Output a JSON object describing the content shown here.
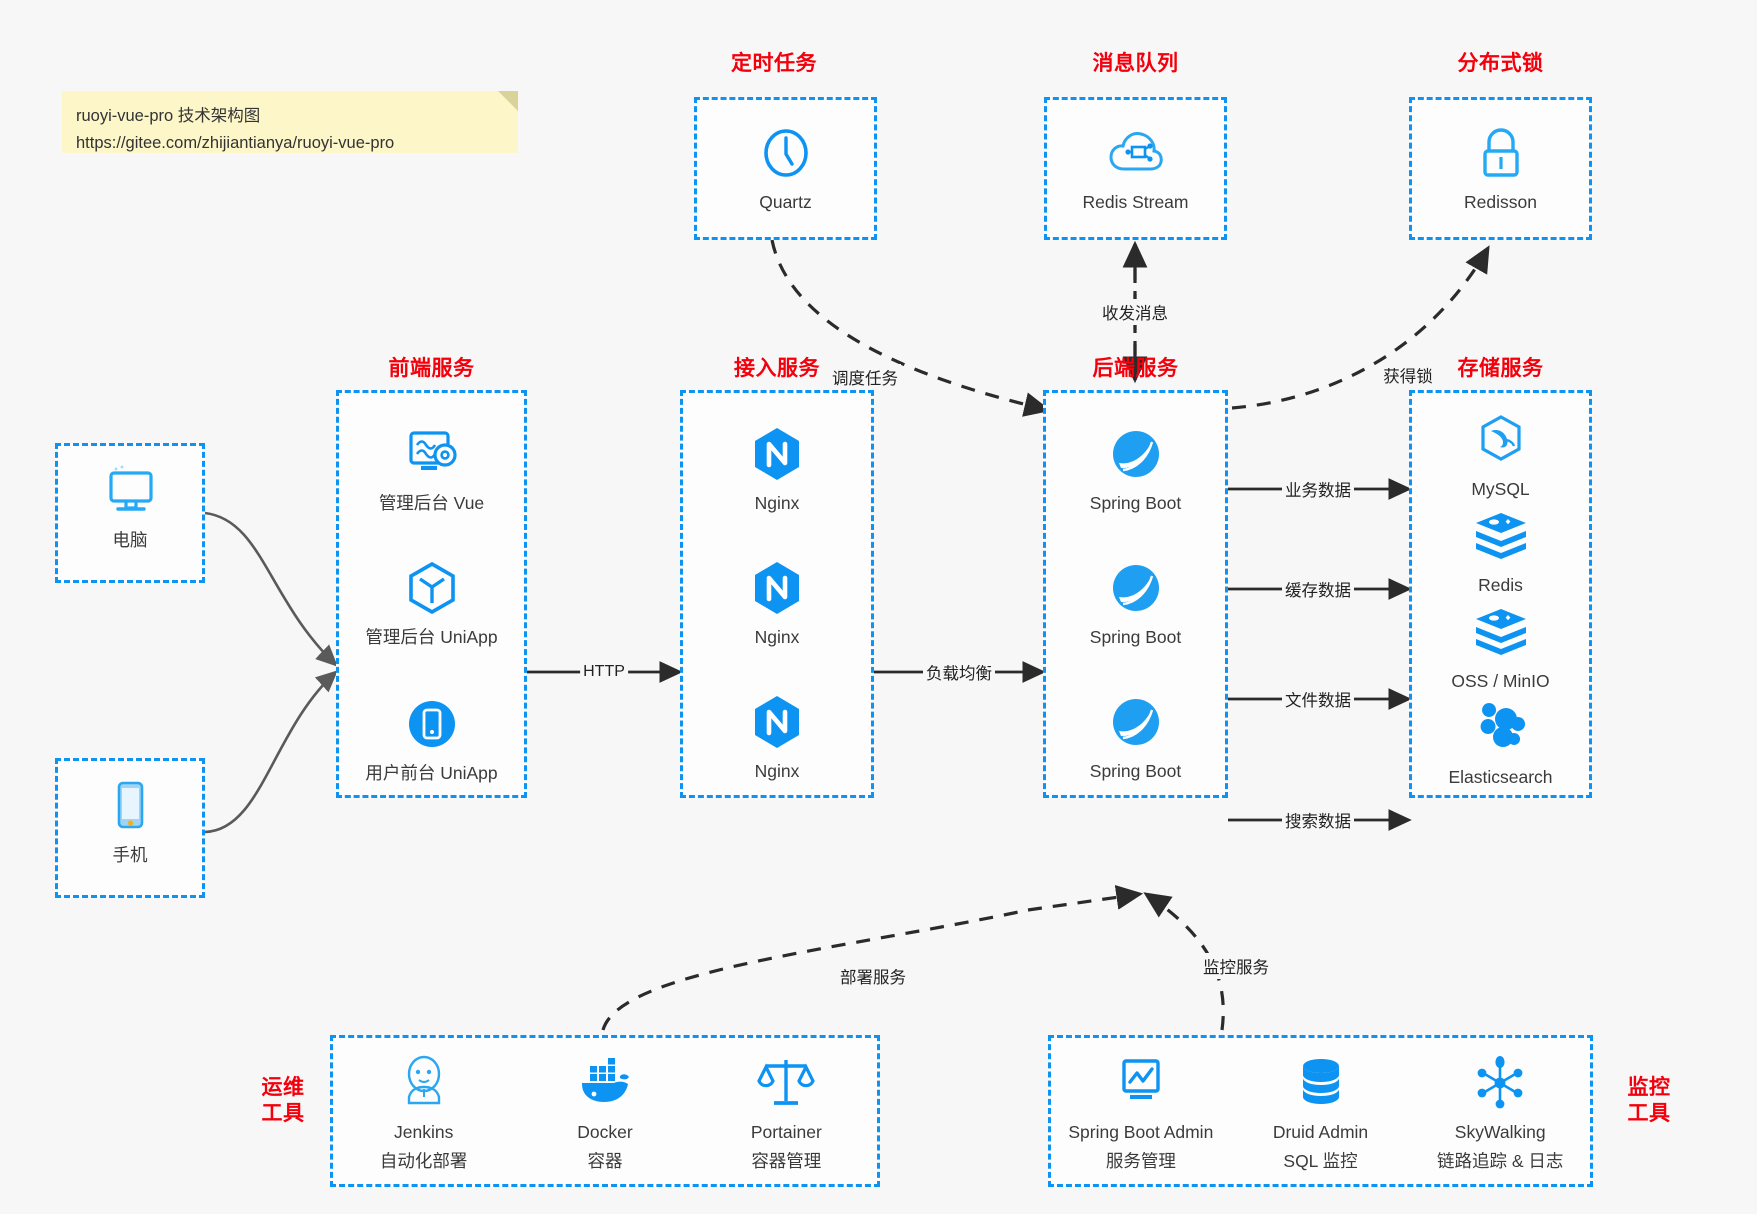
{
  "note": {
    "line1": "ruoyi-vue-pro 技术架构图",
    "line2": "https://gitee.com/zhijiantianya/ruoyi-vue-pro"
  },
  "colors": {
    "accent_blue": "#0d93f2",
    "title_red": "#f4000c",
    "background": "#f7f7f7",
    "note_yellow": "#fcf6c8",
    "arrow_gray": "#4a4a4a"
  },
  "groups": {
    "scheduler": {
      "title": "定时任务",
      "nodes": [
        {
          "label": "Quartz",
          "icon": "clock-icon"
        }
      ]
    },
    "mq": {
      "title": "消息队列",
      "nodes": [
        {
          "label": "Redis Stream",
          "icon": "cloud-stream-icon"
        }
      ]
    },
    "lock": {
      "title": "分布式锁",
      "nodes": [
        {
          "label": "Redisson",
          "icon": "lock-icon"
        }
      ]
    },
    "client_pc": {
      "title": "",
      "nodes": [
        {
          "label": "电脑",
          "icon": "desktop-icon"
        }
      ]
    },
    "client_mob": {
      "title": "",
      "nodes": [
        {
          "label": "手机",
          "icon": "smartphone-icon"
        }
      ]
    },
    "frontend": {
      "title": "前端服务",
      "nodes": [
        {
          "label": "管理后台 Vue",
          "icon": "dashboard-gear-icon"
        },
        {
          "label": "管理后台 UniApp",
          "icon": "hexagon-cube-icon"
        },
        {
          "label": "用户前台 UniApp",
          "icon": "mobile-circle-icon"
        }
      ]
    },
    "gateway": {
      "title": "接入服务",
      "nodes": [
        {
          "label": "Nginx",
          "icon": "nginx-icon"
        },
        {
          "label": "Nginx",
          "icon": "nginx-icon"
        },
        {
          "label": "Nginx",
          "icon": "nginx-icon"
        }
      ]
    },
    "backend": {
      "title": "后端服务",
      "nodes": [
        {
          "label": "Spring Boot",
          "icon": "spring-boot-icon"
        },
        {
          "label": "Spring Boot",
          "icon": "spring-boot-icon"
        },
        {
          "label": "Spring Boot",
          "icon": "spring-boot-icon"
        }
      ]
    },
    "storage": {
      "title": "存储服务",
      "nodes": [
        {
          "label": "MySQL",
          "icon": "mysql-icon"
        },
        {
          "label": "Redis",
          "icon": "redis-icon"
        },
        {
          "label": "OSS / MinIO",
          "icon": "redis-icon"
        },
        {
          "label": "Elasticsearch",
          "icon": "elasticsearch-icon"
        }
      ]
    },
    "devops": {
      "title": "运维\n工具",
      "title_l1": "运维",
      "title_l2": "工具",
      "nodes": [
        {
          "label": "Jenkins",
          "sub": "自动化部署",
          "icon": "jenkins-icon"
        },
        {
          "label": "Docker",
          "sub": "容器",
          "icon": "docker-icon"
        },
        {
          "label": "Portainer",
          "sub": "容器管理",
          "icon": "scales-icon"
        }
      ]
    },
    "monitor": {
      "title": "监控\n工具",
      "title_l1": "监控",
      "title_l2": "工具",
      "nodes": [
        {
          "label": "Spring Boot Admin",
          "sub": "服务管理",
          "icon": "monitor-chart-icon"
        },
        {
          "label": "Druid Admin",
          "sub": "SQL 监控",
          "icon": "database-icon"
        },
        {
          "label": "SkyWalking",
          "sub": "链路追踪 & 日志",
          "icon": "skywalking-icon"
        }
      ]
    }
  },
  "edges": [
    {
      "id": "http",
      "label": "HTTP",
      "from": "frontend",
      "to": "gateway",
      "style": "solid"
    },
    {
      "id": "lb",
      "label": "负载均衡",
      "from": "gateway",
      "to": "backend",
      "style": "solid"
    },
    {
      "id": "schedule",
      "label": "调度任务",
      "from": "scheduler",
      "to": "backend",
      "style": "dashed"
    },
    {
      "id": "mq-send-recv",
      "label": "收发消息",
      "from": "backend",
      "to": "mq",
      "style": "dashed-bidir"
    },
    {
      "id": "acquire-lock",
      "label": "获得锁",
      "from": "backend",
      "to": "lock",
      "style": "dashed"
    },
    {
      "id": "biz-data",
      "label": "业务数据",
      "from": "backend",
      "to": "MySQL",
      "style": "solid"
    },
    {
      "id": "cache-data",
      "label": "缓存数据",
      "from": "backend",
      "to": "Redis",
      "style": "solid"
    },
    {
      "id": "file-data",
      "label": "文件数据",
      "from": "backend",
      "to": "OSS",
      "style": "solid"
    },
    {
      "id": "search-data",
      "label": "搜索数据",
      "from": "backend",
      "to": "ES",
      "style": "solid"
    },
    {
      "id": "deploy",
      "label": "部署服务",
      "from": "devops",
      "to": "backend",
      "style": "dashed"
    },
    {
      "id": "monitoring",
      "label": "监控服务",
      "from": "monitor",
      "to": "backend",
      "style": "dashed"
    }
  ]
}
